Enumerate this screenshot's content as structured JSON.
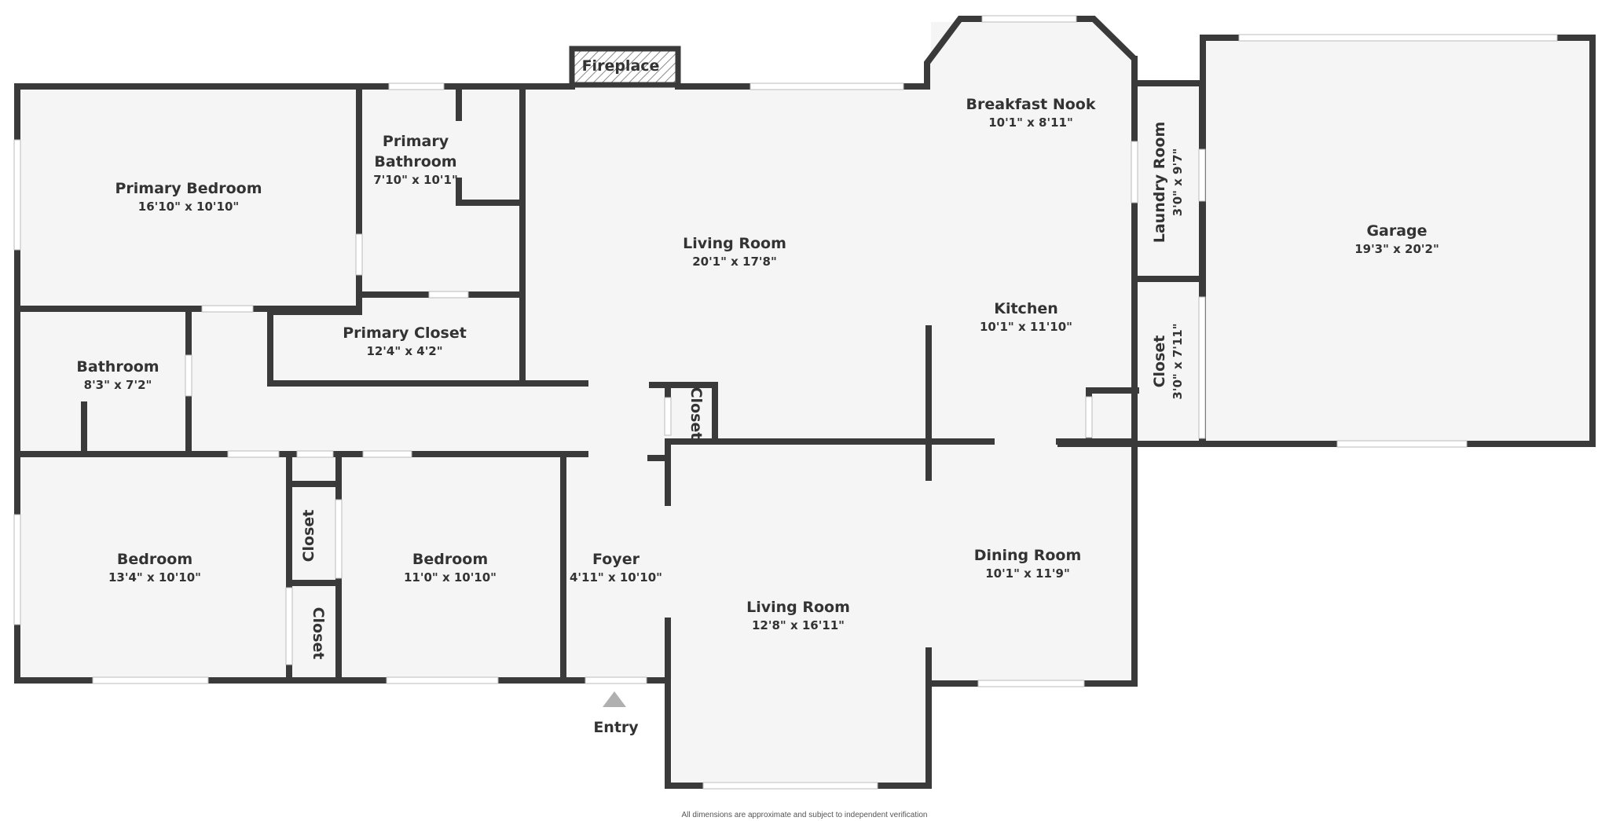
{
  "colors": {
    "wall": "#3a3a3a",
    "floor": "#f5f5f5",
    "text": "#333333",
    "window": "#ffffff",
    "entry_marker": "#b0b0b0"
  },
  "rooms": {
    "primary_bedroom": {
      "name": "Primary Bedroom",
      "dims": "16'10\" x 10'10\""
    },
    "primary_bathroom": {
      "name_line1": "Primary",
      "name_line2": "Bathroom",
      "dims": "7'10\" x 10'1\""
    },
    "living_room_main": {
      "name": "Living Room",
      "dims": "20'1\" x 17'8\""
    },
    "breakfast_nook": {
      "name": "Breakfast Nook",
      "dims": "10'1\" x 8'11\""
    },
    "laundry_room": {
      "name": "Laundry Room",
      "dims": "3'0\" x 9'7\""
    },
    "garage": {
      "name": "Garage",
      "dims": "19'3\" x 20'2\""
    },
    "primary_closet": {
      "name": "Primary Closet",
      "dims": "12'4\" x 4'2\""
    },
    "kitchen": {
      "name": "Kitchen",
      "dims": "10'1\" x 11'10\""
    },
    "bathroom": {
      "name": "Bathroom",
      "dims": "8'3\" x 7'2\""
    },
    "closet_hall": {
      "name": "Closet"
    },
    "closet_side": {
      "name": "Closet",
      "dims": "3'0\" x 7'11\""
    },
    "bedroom_left": {
      "name": "Bedroom",
      "dims": "13'4\" x 10'10\""
    },
    "bedroom_middle": {
      "name": "Bedroom",
      "dims": "11'0\" x 10'10\""
    },
    "closet_upper": {
      "name": "Closet"
    },
    "closet_lower": {
      "name": "Closet"
    },
    "foyer": {
      "name": "Foyer",
      "dims": "4'11\" x 10'10\""
    },
    "dining_room": {
      "name": "Dining Room",
      "dims": "10'1\" x 11'9\""
    },
    "living_room_front": {
      "name": "Living Room",
      "dims": "12'8\" x 16'11\""
    }
  },
  "fireplace_label": "Fireplace",
  "entry_label": "Entry",
  "footnote": "All dimensions are approximate and subject to independent verification"
}
